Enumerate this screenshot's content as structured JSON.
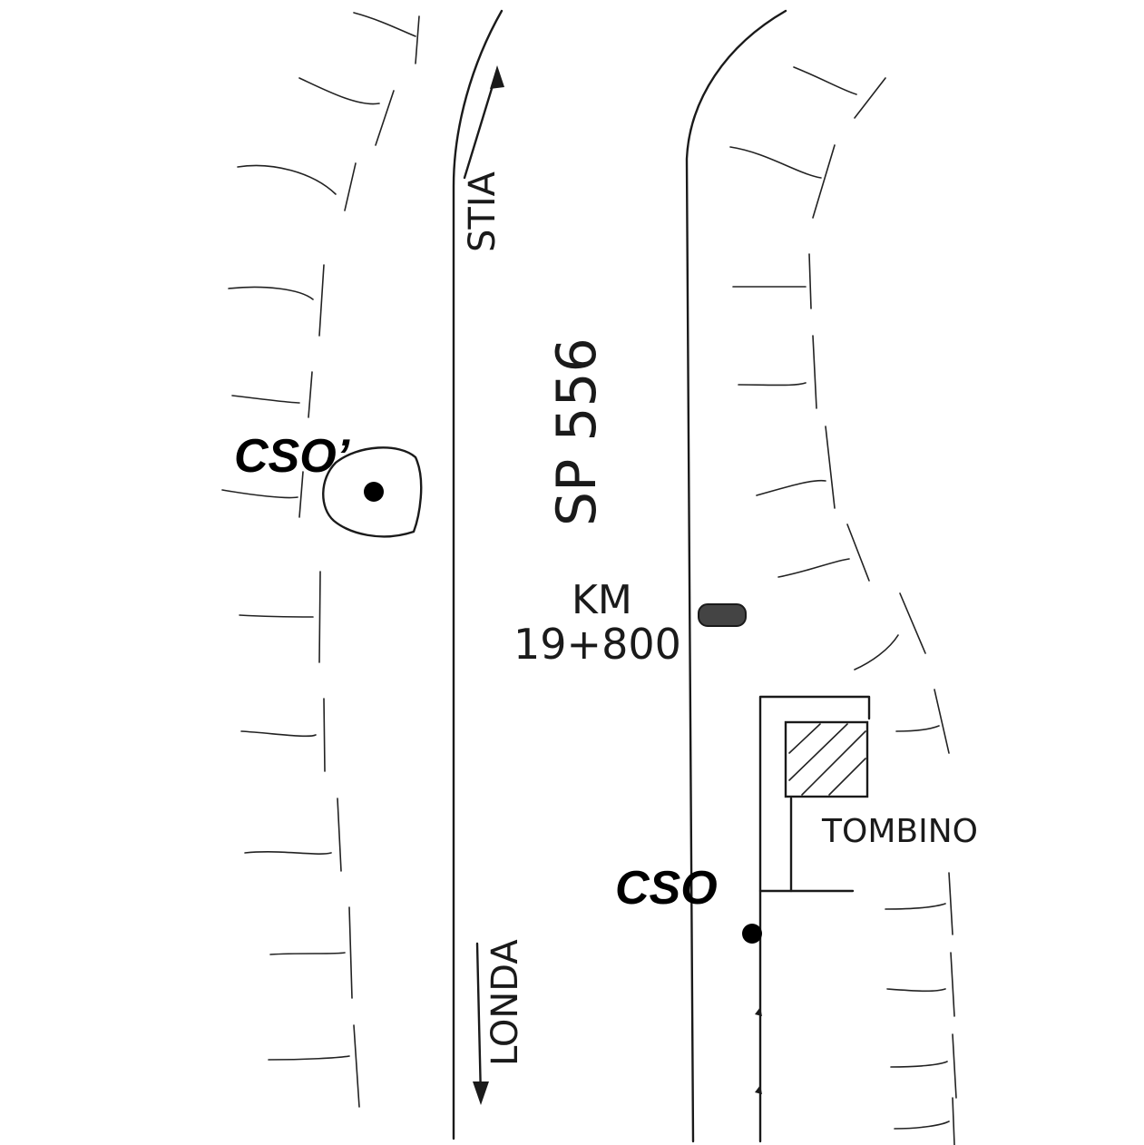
{
  "labels": {
    "direction_north": "STIA",
    "direction_south": "LONDA",
    "road_name": "SP 556",
    "km_label": "KM",
    "km_value": "19+800",
    "culvert": "TOMBINO",
    "station_primary": "CSO",
    "station_secondary": "CSO’"
  },
  "colors": {
    "ink": "#1a1a1a",
    "paper": "#ffffff"
  }
}
